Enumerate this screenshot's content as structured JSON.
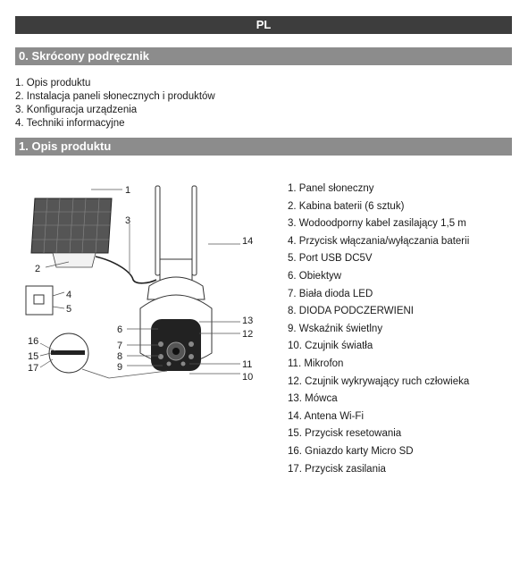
{
  "header": {
    "lang": "PL"
  },
  "section0": {
    "title": "0. Skrócony podręcznik",
    "items": [
      "1. Opis produktu",
      "2. Instalacja paneli słonecznych i produktów",
      "3. Konfiguracja urządzenia",
      "4. Techniki informacyjne"
    ]
  },
  "section1": {
    "title": "1. Opis produktu",
    "parts": [
      "1. Panel słoneczny",
      "2. Kabina baterii (6 sztuk)",
      "3. Wodoodporny kabel zasilający 1,5 m",
      "4. Przycisk włączania/wyłączania baterii",
      "5. Port USB DC5V",
      "6. Obiektyw",
      "7. Biała dioda LED",
      "8. DIODA PODCZERWIENI",
      "9. Wskaźnik świetlny",
      "10. Czujnik światła",
      "11. Mikrofon",
      "12. Czujnik wykrywający ruch człowieka",
      "13. Mówca",
      "14. Antena Wi-Fi",
      "15. Przycisk resetowania",
      "16. Gniazdo karty Micro SD",
      "17. Przycisk zasilania"
    ],
    "callouts": [
      "1",
      "2",
      "3",
      "4",
      "5",
      "6",
      "7",
      "8",
      "9",
      "10",
      "11",
      "12",
      "13",
      "14",
      "15",
      "16",
      "17"
    ]
  }
}
